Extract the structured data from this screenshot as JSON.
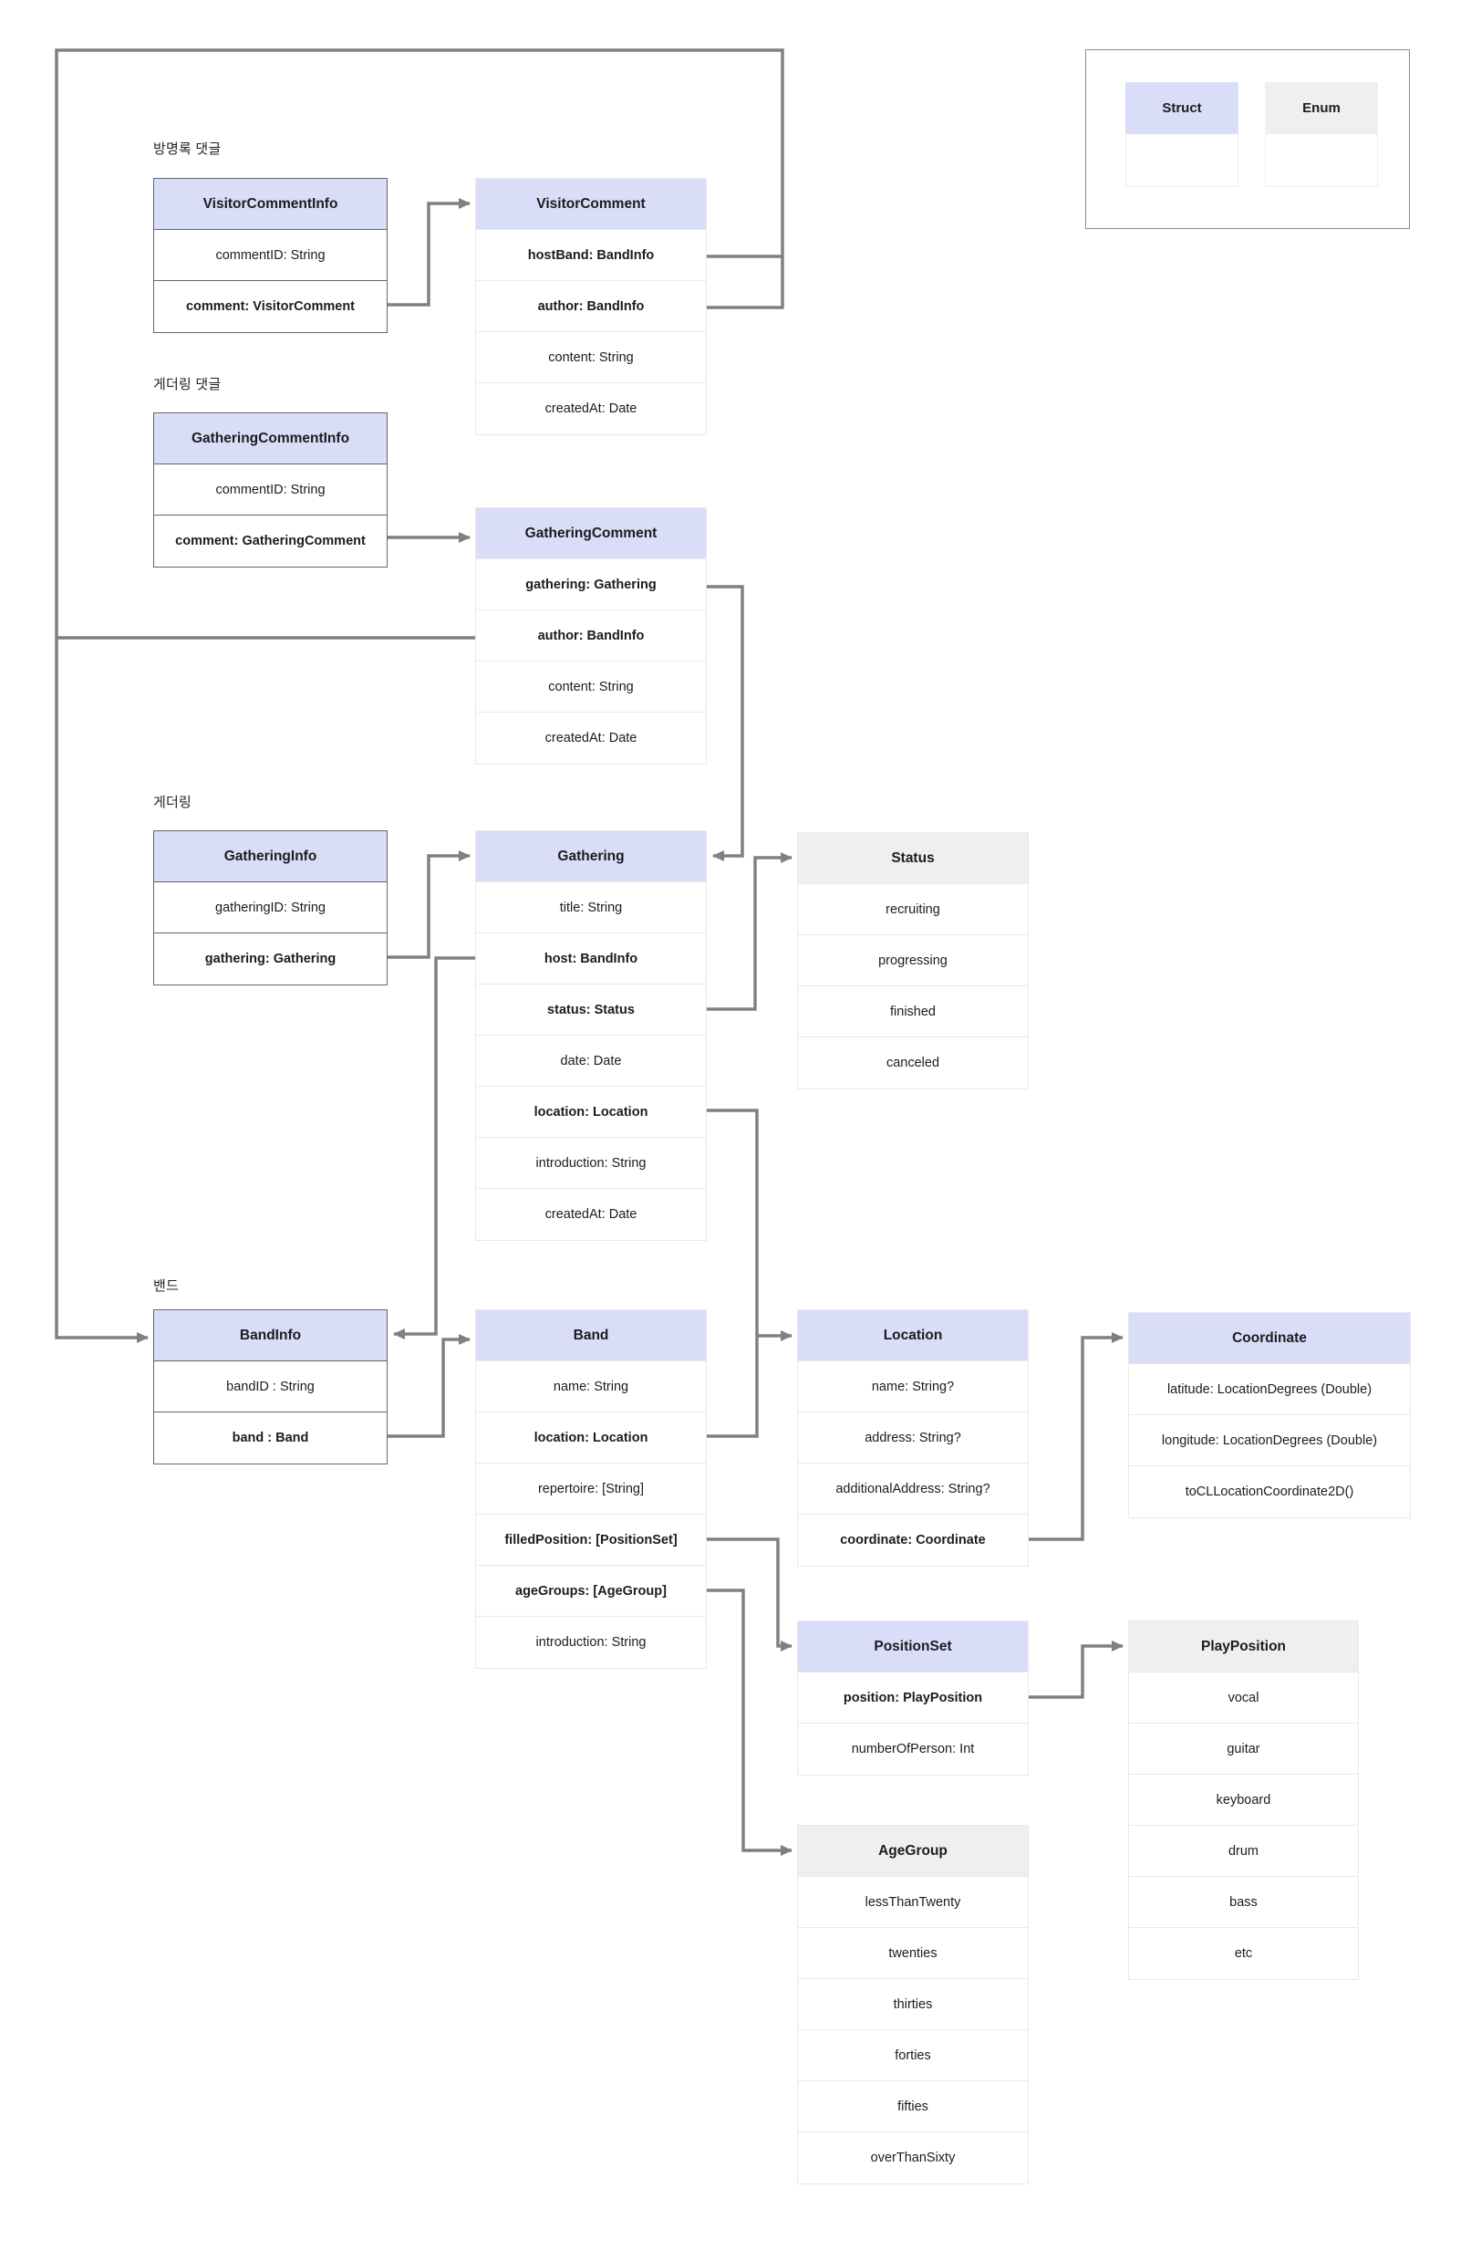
{
  "title": "Band app data model diagram",
  "colors": {
    "struct_header": "#d9ddf8",
    "enum_header": "#efefef",
    "connector": "#808080",
    "dark_border": "#64666b",
    "light_border": "#e8e9eb",
    "text": "#1a1c1f"
  },
  "legend": {
    "struct_label": "Struct",
    "enum_label": "Enum"
  },
  "sections": [
    {
      "id": "guestbook-comments",
      "label": "방명록 댓글"
    },
    {
      "id": "gathering-comments",
      "label": "게더링 댓글"
    },
    {
      "id": "gathering",
      "label": "게더링"
    },
    {
      "id": "band",
      "label": "밴드"
    }
  ],
  "tables": [
    {
      "id": "visitor-comment-info",
      "title": "VisitorCommentInfo",
      "kind": "struct",
      "outlined": true,
      "rows": [
        {
          "text": "commentID: String",
          "bold": false
        },
        {
          "text": "comment: VisitorComment",
          "bold": true
        }
      ]
    },
    {
      "id": "visitor-comment",
      "title": "VisitorComment",
      "kind": "struct",
      "outlined": false,
      "rows": [
        {
          "text": "hostBand: BandInfo",
          "bold": true
        },
        {
          "text": "author: BandInfo",
          "bold": true
        },
        {
          "text": "content: String",
          "bold": false
        },
        {
          "text": "createdAt: Date",
          "bold": false
        }
      ]
    },
    {
      "id": "gathering-comment-info",
      "title": "GatheringCommentInfo",
      "kind": "struct",
      "outlined": true,
      "rows": [
        {
          "text": "commentID: String",
          "bold": false
        },
        {
          "text": "comment: GatheringComment",
          "bold": true
        }
      ]
    },
    {
      "id": "gathering-comment",
      "title": "GatheringComment",
      "kind": "struct",
      "outlined": false,
      "rows": [
        {
          "text": "gathering: Gathering",
          "bold": true
        },
        {
          "text": "author: BandInfo",
          "bold": true
        },
        {
          "text": "content: String",
          "bold": false
        },
        {
          "text": "createdAt: Date",
          "bold": false
        }
      ]
    },
    {
      "id": "gathering-info",
      "title": "GatheringInfo",
      "kind": "struct",
      "outlined": true,
      "rows": [
        {
          "text": "gatheringID: String",
          "bold": false
        },
        {
          "text": "gathering: Gathering",
          "bold": true
        }
      ]
    },
    {
      "id": "gathering",
      "title": "Gathering",
      "kind": "struct",
      "outlined": false,
      "rows": [
        {
          "text": "title: String",
          "bold": false
        },
        {
          "text": "host: BandInfo",
          "bold": true
        },
        {
          "text": "status: Status",
          "bold": true
        },
        {
          "text": "date: Date",
          "bold": false
        },
        {
          "text": "location: Location",
          "bold": true
        },
        {
          "text": "introduction: String",
          "bold": false
        },
        {
          "text": "createdAt: Date",
          "bold": false
        }
      ]
    },
    {
      "id": "status",
      "title": "Status",
      "kind": "enum",
      "outlined": false,
      "rows": [
        {
          "text": "recruiting",
          "bold": false
        },
        {
          "text": "progressing",
          "bold": false
        },
        {
          "text": "finished",
          "bold": false
        },
        {
          "text": "canceled",
          "bold": false
        }
      ]
    },
    {
      "id": "band-info",
      "title": "BandInfo",
      "kind": "struct",
      "outlined": true,
      "rows": [
        {
          "text": "bandID : String",
          "bold": false
        },
        {
          "text": "band : Band",
          "bold": true
        }
      ]
    },
    {
      "id": "band",
      "title": "Band",
      "kind": "struct",
      "outlined": false,
      "rows": [
        {
          "text": "name: String",
          "bold": false
        },
        {
          "text": "location: Location",
          "bold": true
        },
        {
          "text": "repertoire: [String]",
          "bold": false
        },
        {
          "text": "filledPosition: [PositionSet]",
          "bold": true
        },
        {
          "text": "ageGroups: [AgeGroup]",
          "bold": true
        },
        {
          "text": "introduction: String",
          "bold": false
        }
      ]
    },
    {
      "id": "location",
      "title": "Location",
      "kind": "struct",
      "outlined": false,
      "rows": [
        {
          "text": "name: String?",
          "bold": false
        },
        {
          "text": "address: String?",
          "bold": false
        },
        {
          "text": "additionalAddress: String?",
          "bold": false
        },
        {
          "text": "coordinate: Coordinate",
          "bold": true
        }
      ]
    },
    {
      "id": "coordinate",
      "title": "Coordinate",
      "kind": "struct",
      "outlined": false,
      "rows": [
        {
          "text": "latitude: LocationDegrees (Double)",
          "bold": false
        },
        {
          "text": "longitude: LocationDegrees (Double)",
          "bold": false
        },
        {
          "text": "toCLLocationCoordinate2D()",
          "bold": false
        }
      ]
    },
    {
      "id": "position-set",
      "title": "PositionSet",
      "kind": "struct",
      "outlined": false,
      "rows": [
        {
          "text": "position: PlayPosition",
          "bold": true
        },
        {
          "text": "numberOfPerson: Int",
          "bold": false
        }
      ]
    },
    {
      "id": "play-position",
      "title": "PlayPosition",
      "kind": "enum",
      "outlined": false,
      "rows": [
        {
          "text": "vocal",
          "bold": false
        },
        {
          "text": "guitar",
          "bold": false
        },
        {
          "text": "keyboard",
          "bold": false
        },
        {
          "text": "drum",
          "bold": false
        },
        {
          "text": "bass",
          "bold": false
        },
        {
          "text": "etc",
          "bold": false
        }
      ]
    },
    {
      "id": "age-group",
      "title": "AgeGroup",
      "kind": "enum",
      "outlined": false,
      "rows": [
        {
          "text": "lessThanTwenty",
          "bold": false
        },
        {
          "text": "twenties",
          "bold": false
        },
        {
          "text": "thirties",
          "bold": false
        },
        {
          "text": "forties",
          "bold": false
        },
        {
          "text": "fifties",
          "bold": false
        },
        {
          "text": "overThanSixty",
          "bold": false
        }
      ]
    }
  ]
}
